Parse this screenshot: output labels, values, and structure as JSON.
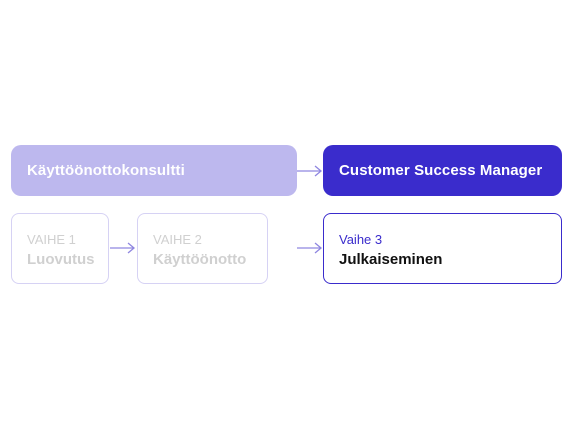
{
  "roles": {
    "consultant": "Käyttöönottokonsultti",
    "csm": "Customer Success Manager"
  },
  "phases": [
    {
      "step": "VAIHE 1",
      "name": "Luovutus",
      "state": "inactive"
    },
    {
      "step": "VAIHE 2",
      "name": "Käyttöönotto",
      "state": "inactive"
    },
    {
      "step": "Vaihe 3",
      "name": "Julkaiseminen",
      "state": "active"
    }
  ],
  "colors": {
    "accent": "#3a2ccc",
    "muted_bar": "#bdb8ee",
    "muted_border": "#d6d2f4",
    "muted_text": "#d0d0d0",
    "arrow": "#8f86e0"
  }
}
